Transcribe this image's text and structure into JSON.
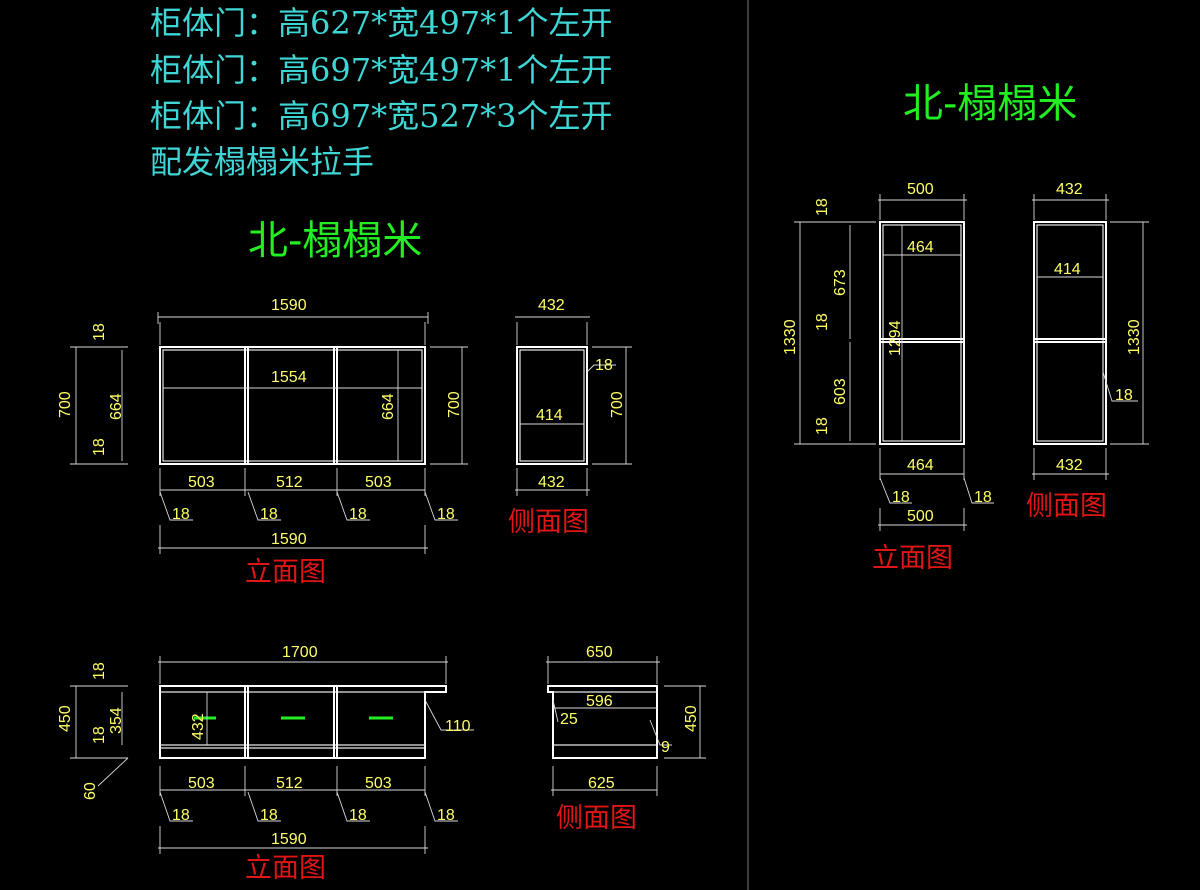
{
  "notes": [
    "柜体门：高627*宽497*1个左开",
    "柜体门：高697*宽497*1个左开",
    "柜体门：高697*宽527*3个左开",
    "配发榻榻米拉手"
  ],
  "titles": {
    "left": "北-榻榻米",
    "right": "北-榻榻米"
  },
  "labels": {
    "upper_front": "立面图",
    "upper_side": "侧面图",
    "lower_front": "立面图",
    "lower_side": "侧面图",
    "tall_front": "立面图",
    "tall_side": "侧面图"
  },
  "dims": {
    "upper_front": {
      "top_width": "1590",
      "inner_width": "1554",
      "height_left": "700",
      "inner_height_left": "664",
      "top_panel": "18",
      "bottom_panel": "18",
      "inner_height_right": "664",
      "height_right": "700",
      "bays": [
        "503",
        "512",
        "503"
      ],
      "partitions": [
        "18",
        "18",
        "18",
        "18"
      ],
      "bottom_width": "1590"
    },
    "upper_side": {
      "top_depth": "432",
      "inner_depth": "414",
      "panel": "18",
      "height": "700",
      "bottom_depth": "432"
    },
    "lower_front": {
      "top_width": "1700",
      "height": "450",
      "top_panel": "18",
      "mid_panel": "18",
      "inner_height": "354",
      "plinth": "60",
      "drawer_height": "432",
      "overhang": "110",
      "bays": [
        "503",
        "512",
        "503"
      ],
      "partitions": [
        "18",
        "18",
        "18",
        "18"
      ],
      "bottom_width": "1590"
    },
    "lower_side": {
      "top_depth": "650",
      "inner_depth": "596",
      "offset": "25",
      "gap": "9",
      "height": "450",
      "bottom_depth": "625"
    },
    "tall_front": {
      "top_width": "500",
      "inner_width_top": "464",
      "height": "1330",
      "top_panel": "18",
      "upper_bay": "673",
      "mid_panel": "18",
      "lower_bay": "603",
      "bottom_panel": "18",
      "inner_height": "1294",
      "inner_width_bottom": "464",
      "side_panel_left": "18",
      "side_panel_right": "18",
      "bottom_width": "500"
    },
    "tall_side": {
      "top_depth": "432",
      "inner_depth": "414",
      "height": "1330",
      "panel": "18",
      "bottom_depth": "432"
    }
  },
  "colors": {
    "notes": "#3fd6d6",
    "titles": "#22ee22",
    "labels": "#e01515",
    "dims": "#ffff66",
    "lines": "#ffffff"
  }
}
